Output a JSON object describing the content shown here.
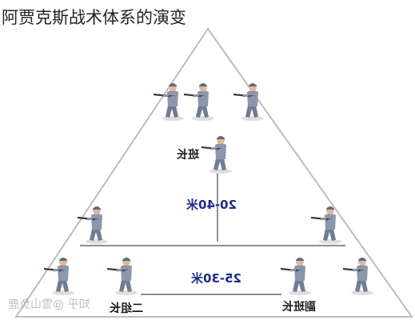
{
  "title": "阿贾克斯战术体系的演变",
  "labels": {
    "squad_leader": "班长",
    "distance_top": "20-40米",
    "distance_bottom": "25-30米",
    "group_leader_2": "二组长",
    "deputy_squad_leader": "副班长"
  },
  "watermark": "知乎 @雪山负鹿",
  "colors": {
    "triangle": "#bdbdbd",
    "uniform": "#8a97ad",
    "distance_text": "#1d2b8a"
  }
}
